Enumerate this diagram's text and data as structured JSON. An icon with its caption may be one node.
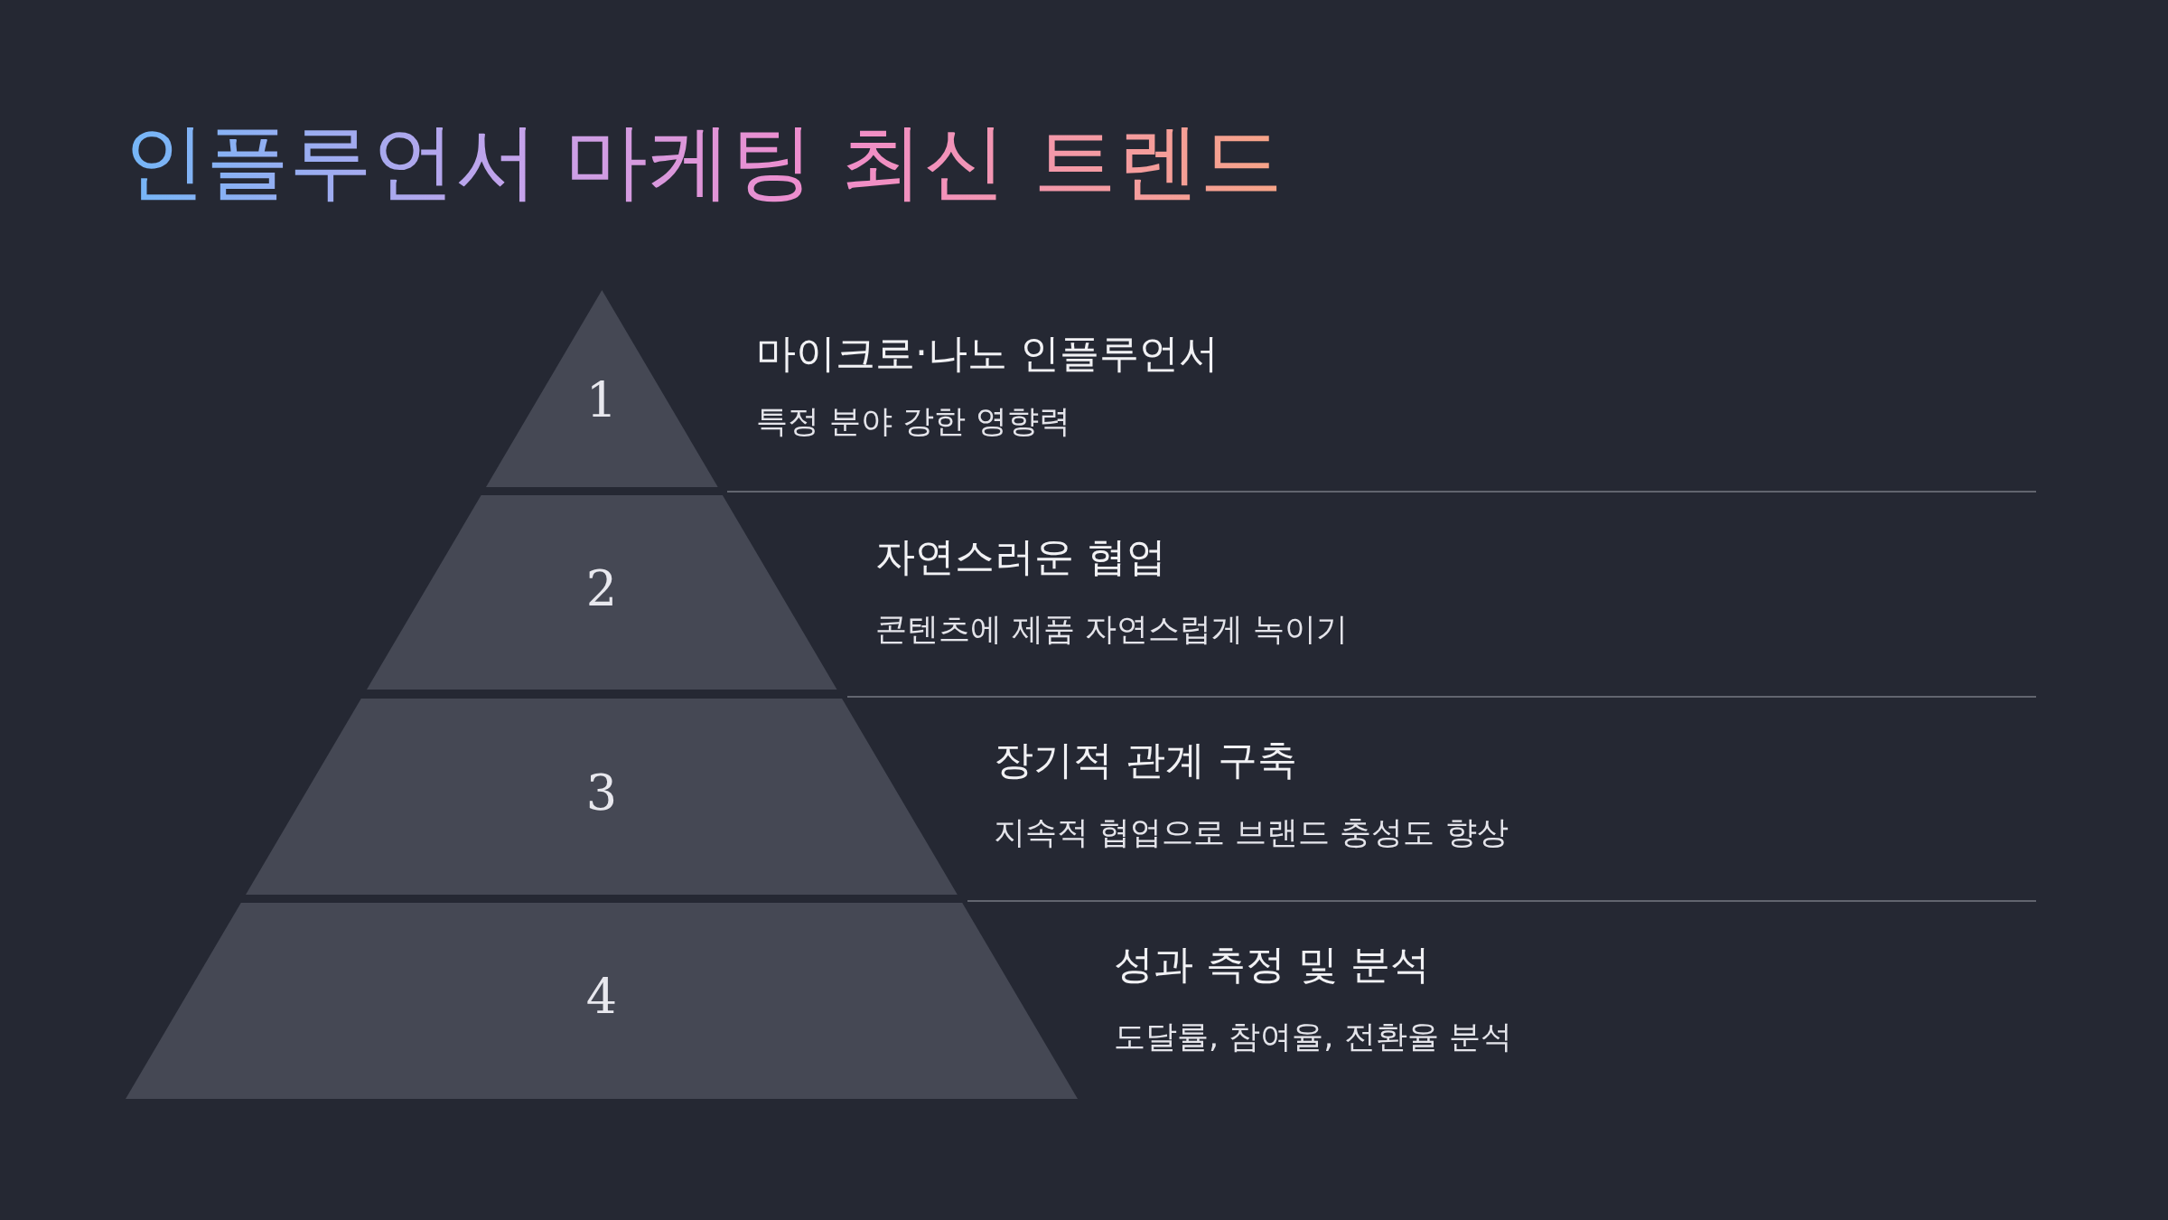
{
  "diagram": {
    "title": "인플루언서 마케팅 최신 트렌드",
    "nodes": [
      {
        "text": [
          "1"
        ],
        "beside": [
          "마이크로·나노 인플루언서",
          "특정 분야 강한 영향력"
        ]
      },
      {
        "text": [
          "2"
        ],
        "beside": [
          "자연스러운 협업",
          "콘텐츠에 제품 자연스럽게 녹이기"
        ]
      },
      {
        "text": [
          "3"
        ],
        "beside": [
          "장기적 관계 구축",
          "지속적 협업으로 브랜드 충성도 향상"
        ]
      },
      {
        "text": [
          "4"
        ],
        "beside": [
          "성과 측정 및 분석",
          "도달률, 참여율, 전환율 분석"
        ]
      }
    ],
    "edges": []
  }
}
